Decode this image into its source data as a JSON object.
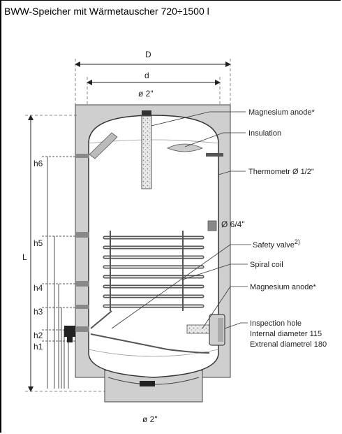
{
  "title": "BWW-Speicher mit Wärmetauscher 720÷1500 l",
  "dimensions": {
    "D": "D",
    "d": "d",
    "top_port": "ø 2\"",
    "bottom_port": "ø 2\"",
    "side_port": "Ø 6/4\"",
    "L": "L",
    "h6": "h6",
    "h5": "h5",
    "h4": "h4",
    "h3": "h3",
    "h2": "h2",
    "h1": "h1"
  },
  "callouts": {
    "magnesium_anode_top": "Magnesium anode*",
    "insulation": "Insulation",
    "thermometer": "Thermometr Ø 1/2\"",
    "safety_valve": "Safety valve",
    "safety_valve_sup": "2)",
    "spiral_coil": "Spiral coil",
    "magnesium_anode_bottom": "Magnesium anode*",
    "inspection_hole": "Inspection hole",
    "internal_diameter": "Internal diameter 115",
    "external_diameter": "Extrenal diametrel 180"
  }
}
